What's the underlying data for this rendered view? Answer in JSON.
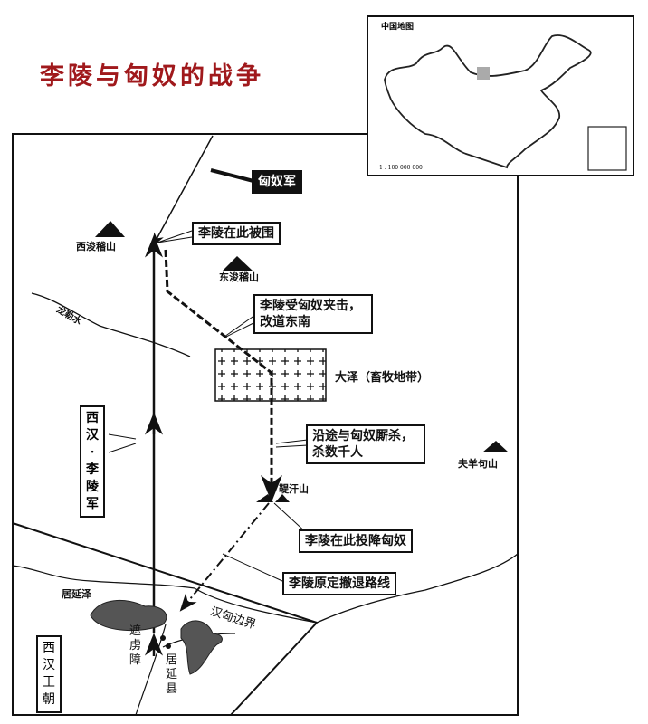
{
  "title": "李陵与匈奴的战争",
  "inset": {
    "title": "中国地图",
    "scale": "1 : 100 000 000"
  },
  "labels": {
    "xiongnu_army": "匈奴军",
    "surrounded": "李陵在此被围",
    "west_mountain": "西浚稽山",
    "east_mountain": "东浚稽山",
    "attacked": "李陵受匈奴夹击，改道东南",
    "river": "龙勒水",
    "great_marsh": "大泽（畜牧地带）",
    "fighting": "沿途与匈奴厮杀，杀数千人",
    "fuyang_mountain": "夫羊句山",
    "dihan_mountain": "鞮汗山",
    "surrender": "李陵在此投降匈奴",
    "retreat_route": "李陵原定撤退路线",
    "juyan_lake": "居延泽",
    "border": "汉匈边界",
    "zhelu_fort": "遮虏障",
    "juyan_county": "居延县",
    "li_ling_army": "西汉·李陵军",
    "western_han": "西汉王朝"
  },
  "colors": {
    "title": "#a0191c",
    "ink": "#111111",
    "highlight": "#aaaaaa"
  }
}
